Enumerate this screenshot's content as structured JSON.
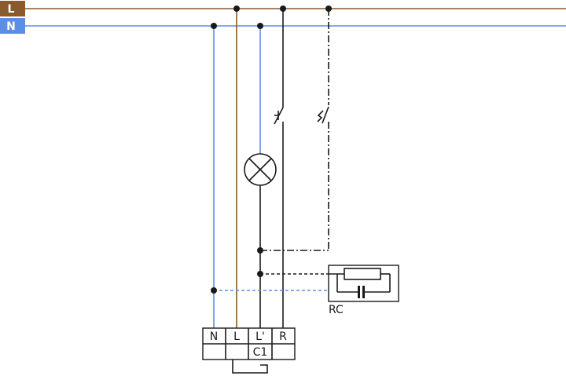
{
  "rails": {
    "line": {
      "tag": "L",
      "color": "#8a5a2b"
    },
    "neutral": {
      "tag": "N",
      "color": "#5b8fe3"
    }
  },
  "module": {
    "terminals": [
      "N",
      "L",
      "L'",
      "R"
    ],
    "channel": "C1"
  },
  "rc_label": "RC",
  "colors": {
    "wire": "#1a1a1a",
    "neutral": "#5b8fe3",
    "line": "#8a5a2b"
  }
}
